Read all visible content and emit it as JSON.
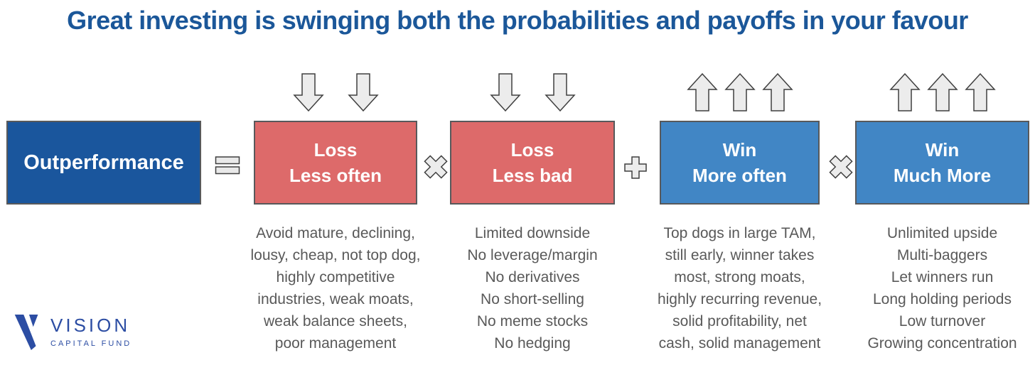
{
  "title": "Great investing is swinging both the probabilities and payoffs in your favour",
  "equation": {
    "result": {
      "label": "Outperformance"
    },
    "operators": {
      "equals": "=",
      "multiply_1": "×",
      "plus": "+",
      "multiply_2": "×"
    },
    "factors": [
      {
        "name": "loss-less-often",
        "label": "Loss\nLess often",
        "box_color": "#DD6A6A",
        "arrows": {
          "direction": "down",
          "count": 2
        },
        "description": "Avoid mature, declining,\nlousy, cheap, not top dog,\nhighly competitive\nindustries, weak moats,\nweak balance sheets,\npoor management"
      },
      {
        "name": "loss-less-bad",
        "label": "Loss\nLess bad",
        "box_color": "#DD6A6A",
        "arrows": {
          "direction": "down",
          "count": 2
        },
        "description": "Limited downside\nNo leverage/margin\nNo derivatives\nNo short-selling\nNo meme stocks\nNo hedging"
      },
      {
        "name": "win-more-often",
        "label": "Win\nMore often",
        "box_color": "#4186C5",
        "arrows": {
          "direction": "up",
          "count": 3
        },
        "description": "Top dogs in large TAM,\nstill early, winner takes\nmost, strong moats,\nhighly recurring revenue,\nsolid profitability, net\ncash, solid management"
      },
      {
        "name": "win-much-more",
        "label": "Win\nMuch More",
        "box_color": "#4186C5",
        "arrows": {
          "direction": "up",
          "count": 3
        },
        "description": "Unlimited upside\nMulti-baggers\nLet winners run\nLong holding periods\nLow turnover\nGrowing concentration"
      }
    ]
  },
  "logo": {
    "name": "VISION",
    "subtitle": "CAPITAL FUND"
  },
  "colors": {
    "title_text": "#1B5799",
    "result_box": "#1A569D",
    "loss_box": "#DD6A6A",
    "win_box": "#4186C5",
    "box_border": "#58595b",
    "description_text": "#595959",
    "arrow_fill": "#ECECEC",
    "arrow_stroke": "#3f3f3f",
    "logo_blue": "#2C4DA3"
  }
}
